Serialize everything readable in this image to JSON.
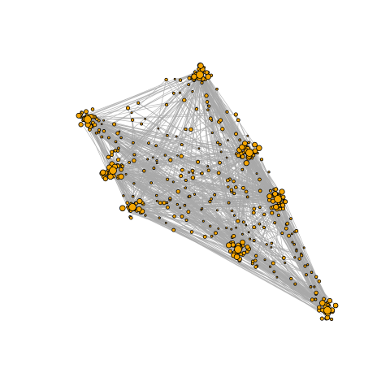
{
  "graph": {
    "type": "network",
    "style": {
      "background": "#ffffff",
      "edge_color": "#a9a9a9",
      "node_fill": "#f5a500",
      "node_stroke": "#000000"
    },
    "hubs": [
      {
        "id": "hub-top",
        "weight": 3
      },
      {
        "id": "hub-upper-left",
        "weight": 3
      },
      {
        "id": "hub-left",
        "weight": 3
      },
      {
        "id": "hub-lower-left",
        "weight": 2
      },
      {
        "id": "hub-center-right",
        "weight": 3
      },
      {
        "id": "hub-right",
        "weight": 3
      },
      {
        "id": "hub-bottom-center",
        "weight": 3
      },
      {
        "id": "hub-bottom-right",
        "weight": 2
      }
    ]
  }
}
